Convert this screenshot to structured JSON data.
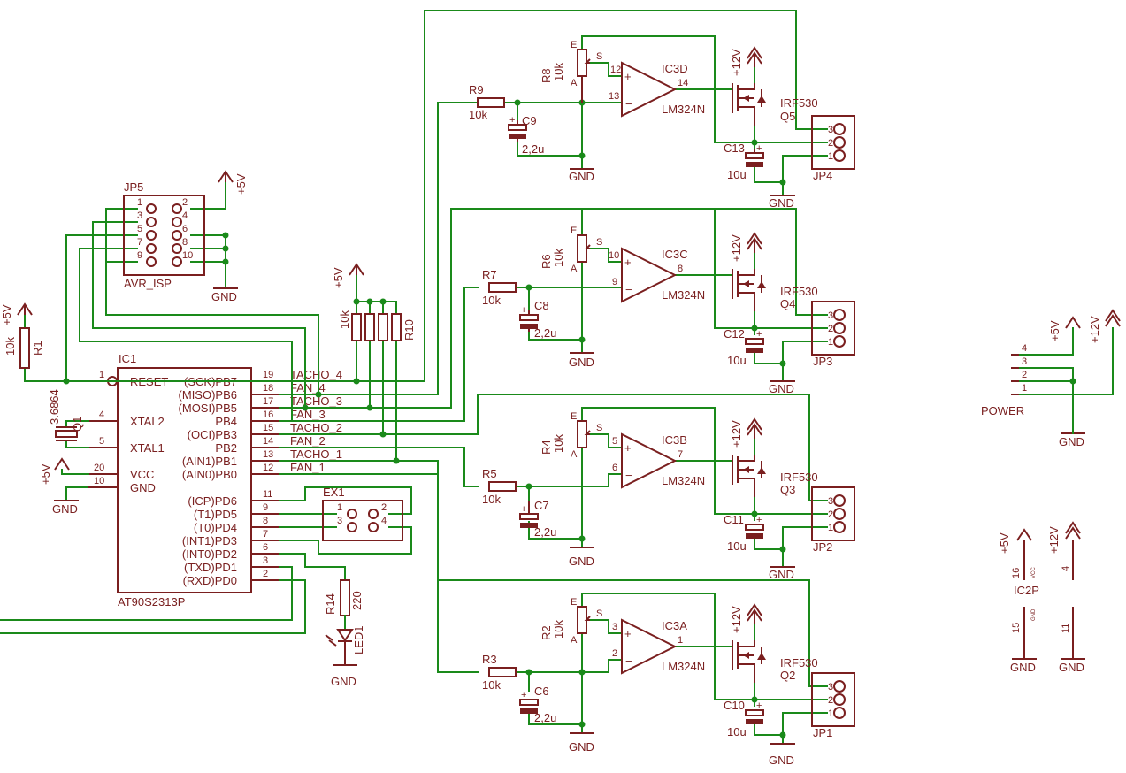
{
  "ic1": {
    "name": "IC1",
    "part": "AT90S2313P",
    "pins_left": [
      {
        "num": "1",
        "label": "RESET"
      },
      {
        "num": "4",
        "label": "XTAL2"
      },
      {
        "num": "5",
        "label": "XTAL1"
      },
      {
        "num": "20",
        "label": "VCC"
      },
      {
        "num": "10",
        "label": "GND"
      }
    ],
    "pins_right": [
      {
        "num": "19",
        "label": "(SCK)PB7"
      },
      {
        "num": "18",
        "label": "(MISO)PB6"
      },
      {
        "num": "17",
        "label": "(MOSI)PB5"
      },
      {
        "num": "16",
        "label": "PB4"
      },
      {
        "num": "15",
        "label": "(OCI)PB3"
      },
      {
        "num": "14",
        "label": "PB2"
      },
      {
        "num": "13",
        "label": "(AIN1)PB1"
      },
      {
        "num": "12",
        "label": "(AIN0)PB0"
      },
      {
        "num": "11",
        "label": "(ICP)PD6"
      },
      {
        "num": "9",
        "label": "(T1)PD5"
      },
      {
        "num": "8",
        "label": "(T0)PD4"
      },
      {
        "num": "7",
        "label": "(INT1)PD3"
      },
      {
        "num": "6",
        "label": "(INT0)PD2"
      },
      {
        "num": "3",
        "label": "(TXD)PD1"
      },
      {
        "num": "2",
        "label": "(RXD)PD0"
      }
    ]
  },
  "nets": [
    "TACHO_4",
    "FAN_4",
    "TACHO_3",
    "FAN_3",
    "TACHO_2",
    "FAN_2",
    "TACHO_1",
    "FAN_1"
  ],
  "jp5": {
    "name": "JP5",
    "value": "AVR_ISP",
    "pins": [
      "1",
      "2",
      "3",
      "4",
      "5",
      "6",
      "7",
      "8",
      "9",
      "10"
    ]
  },
  "ex1": {
    "name": "EX1",
    "pins": [
      "1",
      "2",
      "3",
      "4"
    ]
  },
  "r1": {
    "name": "R1",
    "value": "10k"
  },
  "q1": {
    "name": "Q1",
    "value": "3.6864"
  },
  "r14": {
    "name": "R14",
    "value": "220"
  },
  "led1": {
    "name": "LED1"
  },
  "pullups": {
    "value": "10k",
    "last_name": "R10"
  },
  "power_conn": {
    "label": "POWER",
    "pins": [
      "4",
      "3",
      "2",
      "1"
    ]
  },
  "ic2p": {
    "name": "IC2P",
    "vcc_pin": "16",
    "gnd_pin": "15",
    "vcc_lbl": "VCC",
    "gnd_lbl": "GND",
    "p4": "4",
    "p11": "11"
  },
  "supplies": {
    "v5": "+5V",
    "v12": "+12V",
    "gnd": "GND"
  },
  "opamp_part": "LM324N",
  "mosfet_part": "IRF530",
  "trim_value": "10k",
  "trim_pins": {
    "e": "E",
    "s": "S",
    "a": "A"
  },
  "connector_pins": [
    "3",
    "2",
    "1"
  ],
  "channels": [
    {
      "ic": "IC3D",
      "trim": "R8",
      "r": "R9",
      "r_val": "10k",
      "c": "C9",
      "c_val": "2,2u",
      "cb": "C13",
      "cb_val": "10u",
      "q": "Q5",
      "jp": "JP4",
      "p_plus": "12",
      "p_minus": "13",
      "p_out": "14"
    },
    {
      "ic": "IC3C",
      "trim": "R6",
      "r": "R7",
      "r_val": "10k",
      "c": "C8",
      "c_val": "2,2u",
      "cb": "C12",
      "cb_val": "10u",
      "q": "Q4",
      "jp": "JP3",
      "p_plus": "10",
      "p_minus": "9",
      "p_out": "8"
    },
    {
      "ic": "IC3B",
      "trim": "R4",
      "r": "R5",
      "r_val": "10k",
      "c": "C7",
      "c_val": "2,2u",
      "cb": "C11",
      "cb_val": "10u",
      "q": "Q3",
      "jp": "JP2",
      "p_plus": "5",
      "p_minus": "6",
      "p_out": "7"
    },
    {
      "ic": "IC3A",
      "trim": "R2",
      "r": "R3",
      "r_val": "10k",
      "c": "C6",
      "c_val": "2,2u",
      "cb": "C10",
      "cb_val": "10u",
      "q": "Q2",
      "jp": "JP1",
      "p_plus": "3",
      "p_minus": "2",
      "p_out": "1"
    }
  ]
}
